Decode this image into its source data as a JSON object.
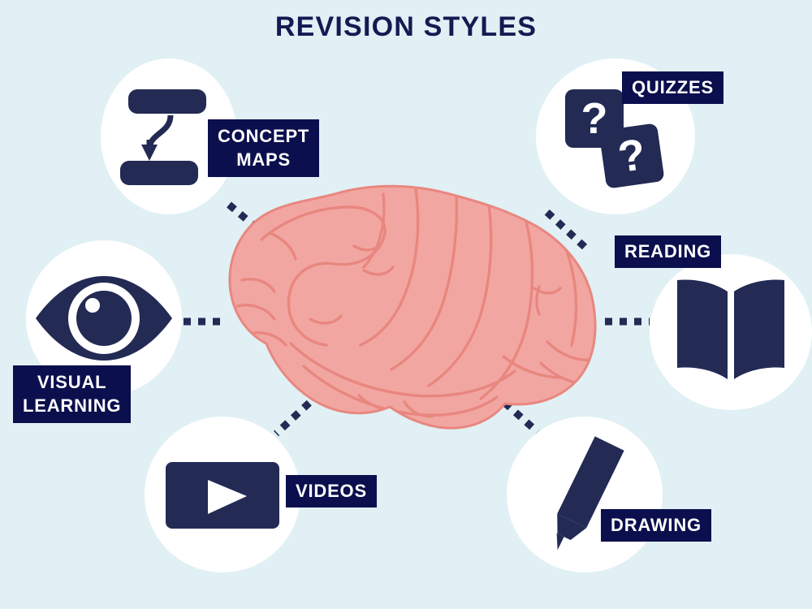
{
  "title": "REVISION STYLES",
  "theme": {
    "background": "#e0f0f4",
    "navy": "#232a54",
    "label_navy": "#0b0f4d",
    "label_text": "#ffffff",
    "brain_fill": "#f2a6a2",
    "brain_line": "#e8877f",
    "circle_fill": "#ffffff"
  },
  "center": {
    "subject": "brain"
  },
  "nodes": [
    {
      "id": "concept-maps",
      "label": "CONCEPT\nMAPS",
      "icon": "concept-map-icon",
      "position": "top-left"
    },
    {
      "id": "quizzes",
      "label": "QUIZZES",
      "icon": "question-cards-icon",
      "position": "top-right"
    },
    {
      "id": "reading",
      "label": "READING",
      "icon": "open-book-icon",
      "position": "right"
    },
    {
      "id": "drawing",
      "label": "DRAWING",
      "icon": "pencil-icon",
      "position": "bottom-right"
    },
    {
      "id": "videos",
      "label": "VIDEOS",
      "icon": "video-play-icon",
      "position": "bottom-left"
    },
    {
      "id": "visual-learning",
      "label": "VISUAL\nLEARNING",
      "icon": "eye-icon",
      "position": "left"
    }
  ]
}
